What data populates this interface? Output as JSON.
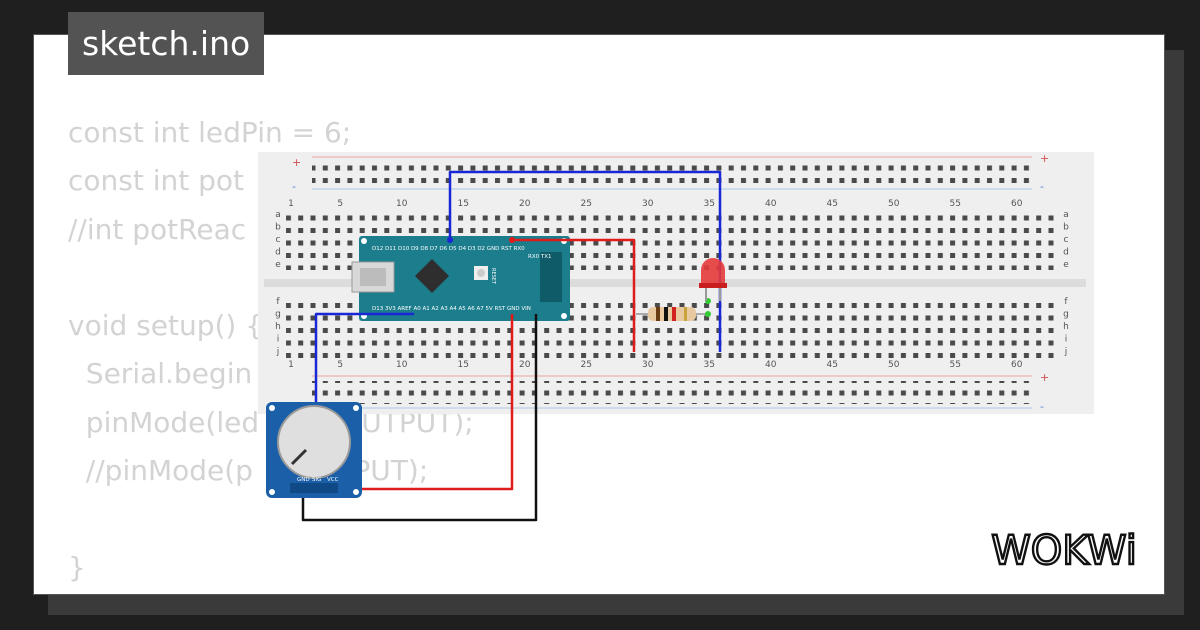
{
  "file_tab": {
    "name": "sketch.ino"
  },
  "code_lines": [
    "const int ledPin = 6;",
    "const int pot",
    "//int potReac",
    "",
    "void setup() {",
    "  Serial.begin",
    "  pinMode(led         OUTPUT);",
    "  //pinMode(p        INPUT);",
    "",
    "}"
  ],
  "brand": {
    "name": "WOKWi"
  },
  "breadboard": {
    "column_numbers": [
      "1",
      "5",
      "10",
      "15",
      "20",
      "25",
      "30",
      "35",
      "40",
      "45",
      "50",
      "55",
      "60"
    ],
    "row_letters_top": [
      "a",
      "b",
      "c",
      "d",
      "e"
    ],
    "row_letters_bottom": [
      "f",
      "g",
      "h",
      "i",
      "j"
    ],
    "rail_plus": "+",
    "rail_minus": "-"
  },
  "arduino": {
    "top_pins": "D12 D11 D10 D9 D8 D7 D6 D5 D4 D3 D2 GND RST RX0",
    "bottom_pins": "D13 3V3 AREF A0 A1 A2 A3 A4 A5 A6 A7 5V RST GND VIN",
    "tx_label": "RX0 TX1",
    "reset_label": "RESET",
    "board_color": "#1c7d8d"
  },
  "potentiometer": {
    "pins": [
      "GND",
      "SIG",
      "VCC"
    ]
  },
  "wire_colors": {
    "blue": "#1a27d6",
    "red": "#e01b1b",
    "black": "#111111"
  }
}
